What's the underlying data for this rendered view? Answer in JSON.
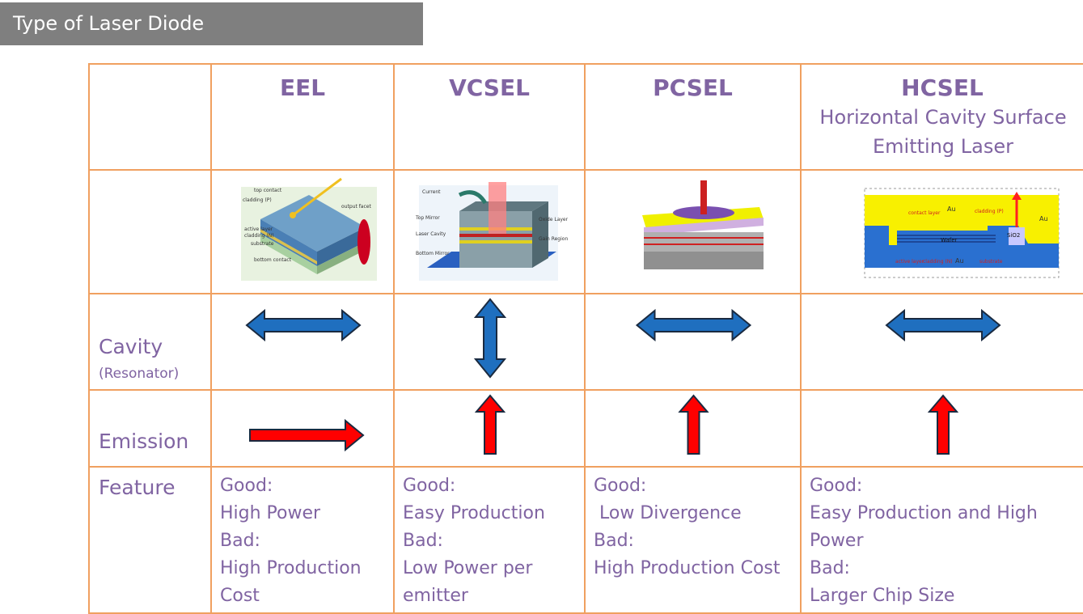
{
  "title": "Type of Laser Diode",
  "columns": [
    {
      "name": "EEL",
      "subtitle": ""
    },
    {
      "name": "VCSEL",
      "subtitle": ""
    },
    {
      "name": "PCSEL",
      "subtitle": ""
    },
    {
      "name": "HCSEL",
      "subtitle": "Horizontal Cavity Surface Emitting Laser"
    }
  ],
  "rows": {
    "cavity": {
      "label": "Cavity",
      "sub": "(Resonator)"
    },
    "emission": {
      "label": "Emission"
    },
    "feature": {
      "label": "Feature"
    }
  },
  "cavity_directions": [
    "horizontal",
    "vertical",
    "horizontal",
    "horizontal"
  ],
  "emission_directions": [
    "horizontal",
    "vertical",
    "vertical",
    "vertical"
  ],
  "features": [
    {
      "good_label": "Good:",
      "good": "High Power",
      "bad_label": "Bad:",
      "bad": "High Production\nCost"
    },
    {
      "good_label": "Good:",
      "good": "Easy Production",
      "bad_label": "Bad:",
      "bad": "Low Power per\nemitter"
    },
    {
      "good_label": "Good:",
      "good": " Low Divergence",
      "bad_label": "Bad:",
      "bad": "High Production Cost"
    },
    {
      "good_label": "Good:",
      "good": "Easy Production and High\nPower",
      "bad_label": "Bad:",
      "bad": "Larger Chip Size"
    }
  ],
  "diagram_labels": {
    "eel": {
      "top_contact": "top contact",
      "cladding_p": "cladding (P)",
      "active": "active layer",
      "cladding_n": "cladding (N)",
      "substrate": "substrate",
      "bottom": "bottom contact",
      "facet": "output facet"
    },
    "vcsel": {
      "current": "Current",
      "top_mirror": "Top Mirror",
      "laser_cavity": "Laser Cavity",
      "bottom_mirror": "Bottom Mirror",
      "oxide": "Oxide Layer",
      "gain": "Gain Region"
    },
    "hcsel": {
      "contact": "contact layer",
      "au_top": "Au",
      "cladding_p": "cladding (P)",
      "wafer": "Wafer",
      "sio2": "SiO2",
      "au_right": "Au",
      "active": "active layer",
      "cladding_n": "cladding (N)",
      "au_bottom": "Au",
      "substrate": "substrate"
    }
  },
  "colors": {
    "header_text": "#8064a2",
    "border": "#f0a060",
    "blue_arrow": "#1f6fbf",
    "red_arrow": "#ff0000",
    "title_bg": "#7f7f7f"
  }
}
